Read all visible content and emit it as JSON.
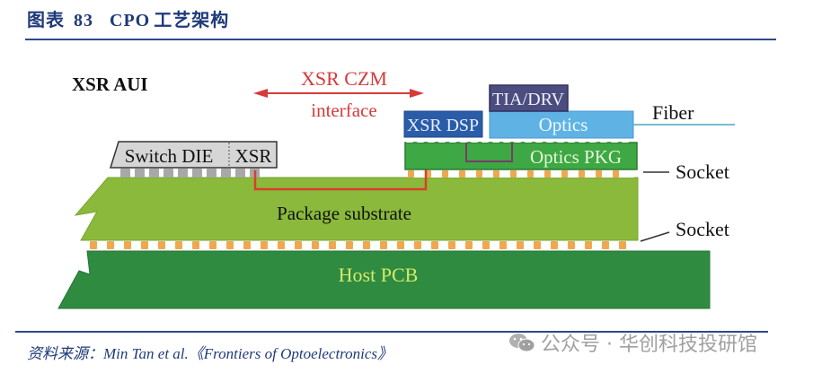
{
  "header": {
    "figure_label": "图表",
    "figure_number": "83",
    "title_latin": "CPO",
    "title_cn": "工艺架构"
  },
  "diagram": {
    "corner_label": "XSR AUI",
    "interface_label_line1": "XSR CZM",
    "interface_label_line2": "interface",
    "switch_die_label": "Switch DIE",
    "switch_xsr_label": "XSR",
    "xsr_dsp_label": "XSR DSP",
    "tia_drv_label": "TIA/DRV",
    "optics_label": "Optics",
    "optics_pkg_label": "Optics PKG",
    "fiber_label": "Fiber",
    "socket_upper_label": "Socket",
    "socket_lower_label": "Socket",
    "package_substrate_label": "Package substrate",
    "host_pcb_label": "Host PCB",
    "colors": {
      "interface_red": "#d63a3a",
      "trace_red": "#d8402a",
      "substrate_green": "#8ab93c",
      "pcb_green": "#2e8b40",
      "optics_pkg_green": "#3da844",
      "dsp_blue": "#2a5ca8",
      "optics_blue": "#5fb3e4",
      "tia_navy": "#4a4d7e",
      "die_gray": "#d6d6d6",
      "bump_orange": "#f0a850",
      "pcb_text_yellow": "#d8e86a"
    }
  },
  "footer": {
    "source_prefix": "资料来源：",
    "source_text": "Min Tan et al.《Frontiers of Optoelectronics》",
    "watermark_text": "公众号 · 华创科技投研馆"
  }
}
